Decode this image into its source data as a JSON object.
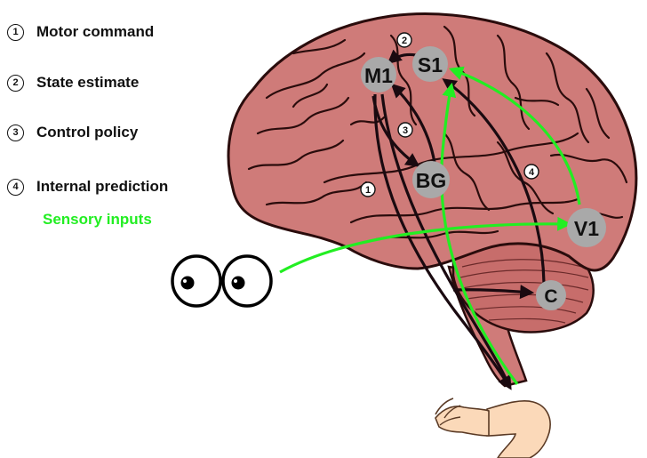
{
  "legend": {
    "items": [
      {
        "num": "1",
        "label": "Motor command"
      },
      {
        "num": "2",
        "label": "State estimate"
      },
      {
        "num": "3",
        "label": "Control policy"
      },
      {
        "num": "4",
        "label": "Internal prediction"
      }
    ],
    "sensory_label": "Sensory inputs",
    "sensory_color": "#22ee22"
  },
  "nodes": {
    "m1": "M1",
    "s1": "S1",
    "bg": "BG",
    "v1": "V1",
    "c": "C"
  },
  "arrow_labels": {
    "motor": "1",
    "state": "2",
    "policy": "3",
    "prediction": "4"
  },
  "colors": {
    "brain": "#cf7b79",
    "brain_outline": "#2a0c0c",
    "node": "#a9a9a9",
    "pathway": "#1a0a10",
    "sensory": "#22ee22",
    "skin": "#fbd9b9"
  }
}
